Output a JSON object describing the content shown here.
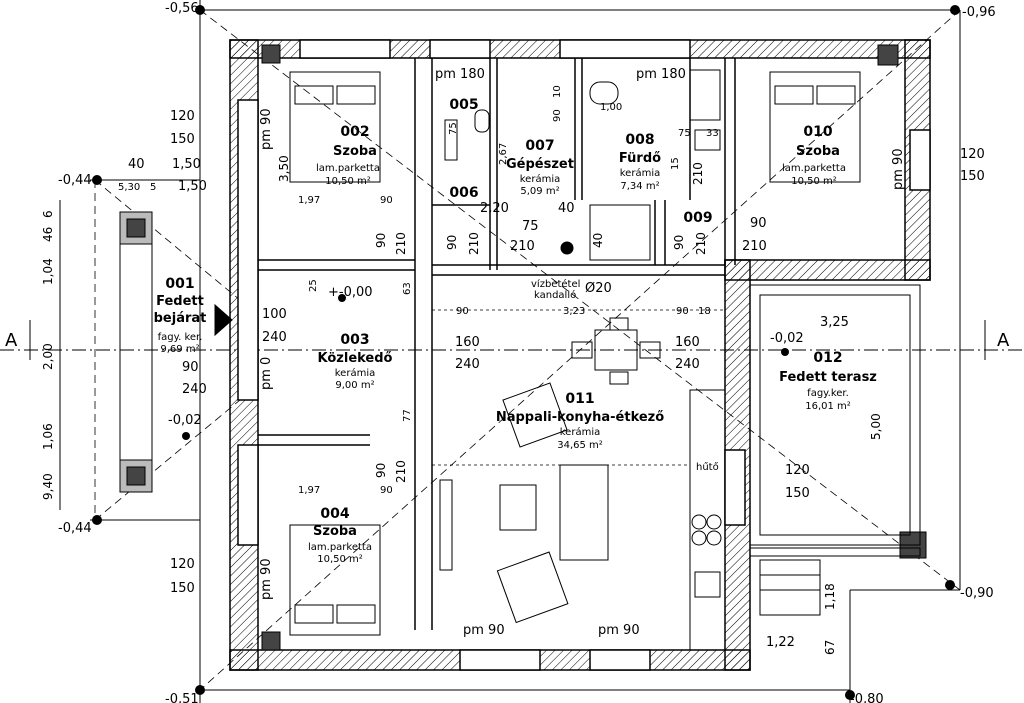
{
  "section_label": "A",
  "rooms": [
    {
      "no": "001",
      "name": "Fedett bejárat",
      "name2": "bejárat",
      "name1": "Fedett",
      "floor": "fagy. ker.",
      "area": "9,69 m²"
    },
    {
      "no": "002",
      "name": "Szoba",
      "floor": "lam.parketta",
      "area": "10,50 m²"
    },
    {
      "no": "003",
      "name": "Közlekedő",
      "floor": "kerámia",
      "area": "9,00 m²"
    },
    {
      "no": "004",
      "name": "Szoba",
      "floor": "lam.parketta",
      "area": "10,50 m²"
    },
    {
      "no": "005",
      "name": "",
      "floor": "",
      "area": ""
    },
    {
      "no": "006",
      "name": "",
      "floor": "",
      "area": ""
    },
    {
      "no": "007",
      "name": "Gépészet",
      "floor": "kerámia",
      "area": "5,09 m²"
    },
    {
      "no": "008",
      "name": "Fürdő",
      "floor": "kerámia",
      "area": "7,34 m²"
    },
    {
      "no": "009",
      "name": "",
      "floor": "",
      "area": ""
    },
    {
      "no": "010",
      "name": "Szoba",
      "floor": "lam.parketta",
      "area": "10,50 m²"
    },
    {
      "no": "011",
      "name": "Nappali-konyha-étkező",
      "floor": "kerámia",
      "area": "34,65 m²"
    },
    {
      "no": "012",
      "name": "Fedett terasz",
      "floor": "fagy.ker.",
      "area": "16,01 m²"
    }
  ],
  "levels": {
    "tl": "-0,56",
    "tr": "-0,96",
    "l1": "-0,44",
    "l2": "-0,44",
    "br": "-0,90",
    "bl": "-0,51",
    "bb": "-0,80",
    "hall": "+-0,00",
    "entry": "-0,02",
    "terrace": "-0,02"
  },
  "labels": {
    "pm180a": "pm 180",
    "pm180b": "pm 180",
    "pm90a": "pm 90",
    "pm90b": "pm 90",
    "pm90c": "pm 90",
    "pm90d": "pm 90",
    "pm90e": "pm 90",
    "pm0": "pm 0",
    "vizbetetel": "vízbetétel",
    "kandallo": "kandalló",
    "o20": "Ø20",
    "hutő": "hűtő"
  },
  "dims": {
    "w120a": "120",
    "w150a": "150",
    "w120b": "120",
    "w150b": "150",
    "w120c": "120",
    "w150c": "150",
    "w120d": "120",
    "w150d": "150",
    "d100": "100",
    "d240a": "240",
    "d90a": "90",
    "d240b": "240",
    "d160a": "160",
    "d240c": "240",
    "d160b": "160",
    "d240d": "240",
    "d197a": "1,97",
    "d197b": "1,97",
    "d90b": "90",
    "d90c": "90",
    "d90d": "90",
    "d90e": "90",
    "d18": "18",
    "d323": "3,23",
    "d325": "3,25",
    "d220": "2,20",
    "d40": "40",
    "d75a": "75",
    "d210a": "210",
    "d40b": "40",
    "d75b": "75",
    "d33": "33",
    "d100b": "1,00",
    "d40t": "40",
    "d150t": "1,50",
    "d530": "5,30",
    "d5": "5",
    "d150u": "1,50",
    "v46": "46",
    "v6": "6",
    "v104": "1,04",
    "v200": "2,00",
    "v106": "1,06",
    "v940": "9,40",
    "v500": "5,00",
    "v118": "1,18",
    "v67": "67",
    "v122": "1,22",
    "v350": "3,50",
    "v267": "2,67",
    "v25": "25",
    "v63": "63",
    "v77": "77",
    "v10": "10",
    "v90": "90",
    "v75": "75",
    "v15": "15",
    "v210": "210"
  }
}
